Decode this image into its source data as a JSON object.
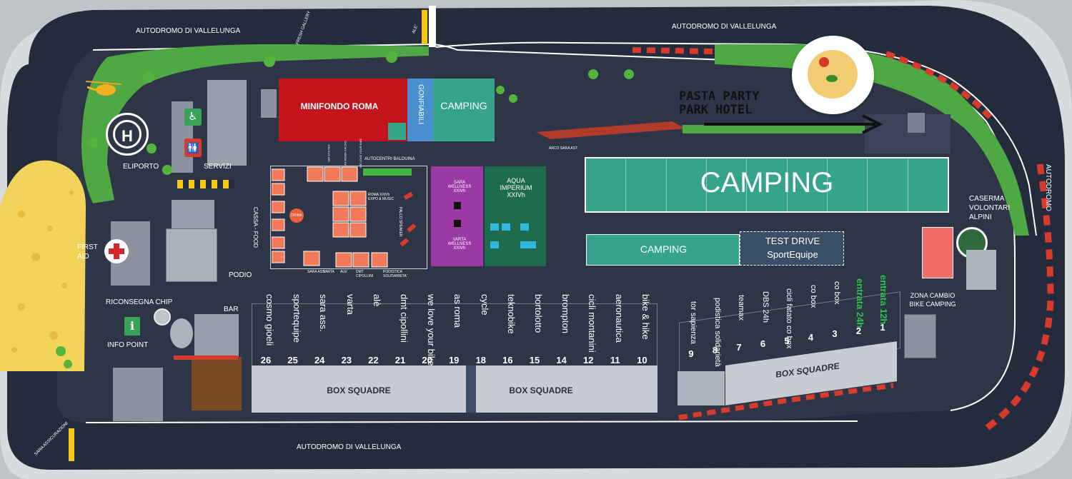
{
  "track": {
    "name_top_left": "AUTODROMO DI VALLELUNGA",
    "name_top_right": "AUTODROMO DI VALLELUNGA",
    "name_bottom": "AUTODROMO DI VALLELUNGA",
    "name_right_vertical": "AUTODROMO",
    "fresh_gallery": "FRESH GALLERY",
    "ale_small": "ALE'",
    "arco_sara": "ARCO SARA AST",
    "sara_assicurazioni": "SARA ASSICURAZIONI"
  },
  "areas": {
    "minifondo": "MINIFONDO ROMA",
    "gonfiabili": "GONFIABILI",
    "camping_top": "CAMPING",
    "camping_big": "CAMPING",
    "camping_small": "CAMPING",
    "test_drive_line1": "TEST DRIVE",
    "test_drive_line2": "SportEquipe",
    "pasta_line1": "PASTA PARTY",
    "pasta_line2": "PARK HOTEL",
    "eliporto": "ELIPORTO",
    "servizi": "SERVIZI",
    "first_aid": "FIRST AID",
    "podio": "PODIO",
    "riconsegna_chip": "RICONSEGNA CHIP",
    "info_point": "INFO POINT",
    "bar": "BAR",
    "caserma": "CASERMA VOLONTARI ALPINI",
    "zona_cambio": "ZONA CAMBIO BIKE CAMPING",
    "cassa_food": "CASSA - FOOD",
    "autocentri": "AUTOCENTRI BALDUINA",
    "roma_expo": "ROMA XXIVh EXPO & MUSIC",
    "sara_wellness_top": "SARA WELLNESS XXIVh",
    "varta_wellness": "VARTA WELLNESS XXIVh",
    "aqua_imperium": "AQUA IMPERIUM XXIVh",
    "palco": "PALCO SPEAKER",
    "drink": "DRINK",
    "expo_stands": [
      "SARA ASS.",
      "VARTA",
      "ALE'",
      "DMT CIPOLLINI",
      "PODISTICA SOLIDARIETA'"
    ],
    "expo_top_stands": [
      "SIR SYSTEM",
      "AS ROMA CALCIO",
      "WE LOVE YOUR BIKE"
    ]
  },
  "box_squadre": {
    "label": "BOX SQUADRE",
    "left_row": [
      {
        "num": "26",
        "team": "cosmo gioeli"
      },
      {
        "num": "25",
        "team": "sportequipe"
      },
      {
        "num": "24",
        "team": "sara ass."
      },
      {
        "num": "23",
        "team": "varta"
      },
      {
        "num": "22",
        "team": "alè"
      },
      {
        "num": "21",
        "team": "dmt cipollini"
      },
      {
        "num": "20",
        "team": "we love your bike"
      },
      {
        "num": "19",
        "team": "as roma"
      },
      {
        "num": "18",
        "team": "cycle"
      },
      {
        "num": "16",
        "team": "teknobike"
      },
      {
        "num": "15",
        "team": "bortolotto"
      },
      {
        "num": "14",
        "team": "brompton"
      },
      {
        "num": "12",
        "team": "cicli montanini"
      },
      {
        "num": "11",
        "team": "aeronautica"
      },
      {
        "num": "10",
        "team": "bike & hike"
      }
    ],
    "right_row": [
      {
        "num": "9",
        "team": "tor sapienza"
      },
      {
        "num": "8",
        "team": "podistica solidarietà"
      },
      {
        "num": "7",
        "team": "teamax"
      },
      {
        "num": "6",
        "team": "DBS 24h"
      },
      {
        "num": "5",
        "team": "cicli fatato co box"
      },
      {
        "num": "4",
        "team": "co box"
      },
      {
        "num": "3",
        "team": "co box"
      },
      {
        "num": "2",
        "team": "entrata 24h"
      },
      {
        "num": "1",
        "team": "entrata 12h"
      }
    ]
  },
  "colors": {
    "asphalt": "#242c3e",
    "infield": "#2c3446",
    "grass": "#4fa844",
    "sand": "#f2d35a",
    "minifondo_red": "#c4141b",
    "camping_teal": "#35a48a",
    "expo_purple": "#9b3aa6",
    "aqua_green": "#1f6b4d",
    "kerb_red": "#d63b2e",
    "entrata_green": "#2ec44a"
  },
  "icons": [
    "helipad-icon",
    "wheelchair-icon",
    "restroom-icon",
    "first-aid-cross-icon",
    "info-icon",
    "pasta-plate-icon",
    "arrow-right-icon",
    "alpini-badge-icon",
    "helicopter-icon"
  ]
}
